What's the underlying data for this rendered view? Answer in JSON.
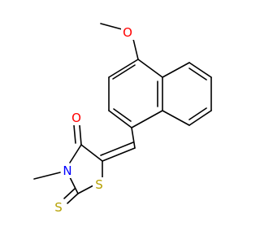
{
  "molecule": {
    "atoms": {
      "o_methoxy": {
        "label": "O",
        "color": "#ff0000"
      },
      "o_carbonyl": {
        "label": "O",
        "color": "#ff0000"
      },
      "n_ring": {
        "label": "N",
        "color": "#0000ff"
      },
      "s_ring": {
        "label": "S",
        "color": "#b5a000"
      },
      "s_thione": {
        "label": "S",
        "color": "#b5a000"
      }
    }
  }
}
